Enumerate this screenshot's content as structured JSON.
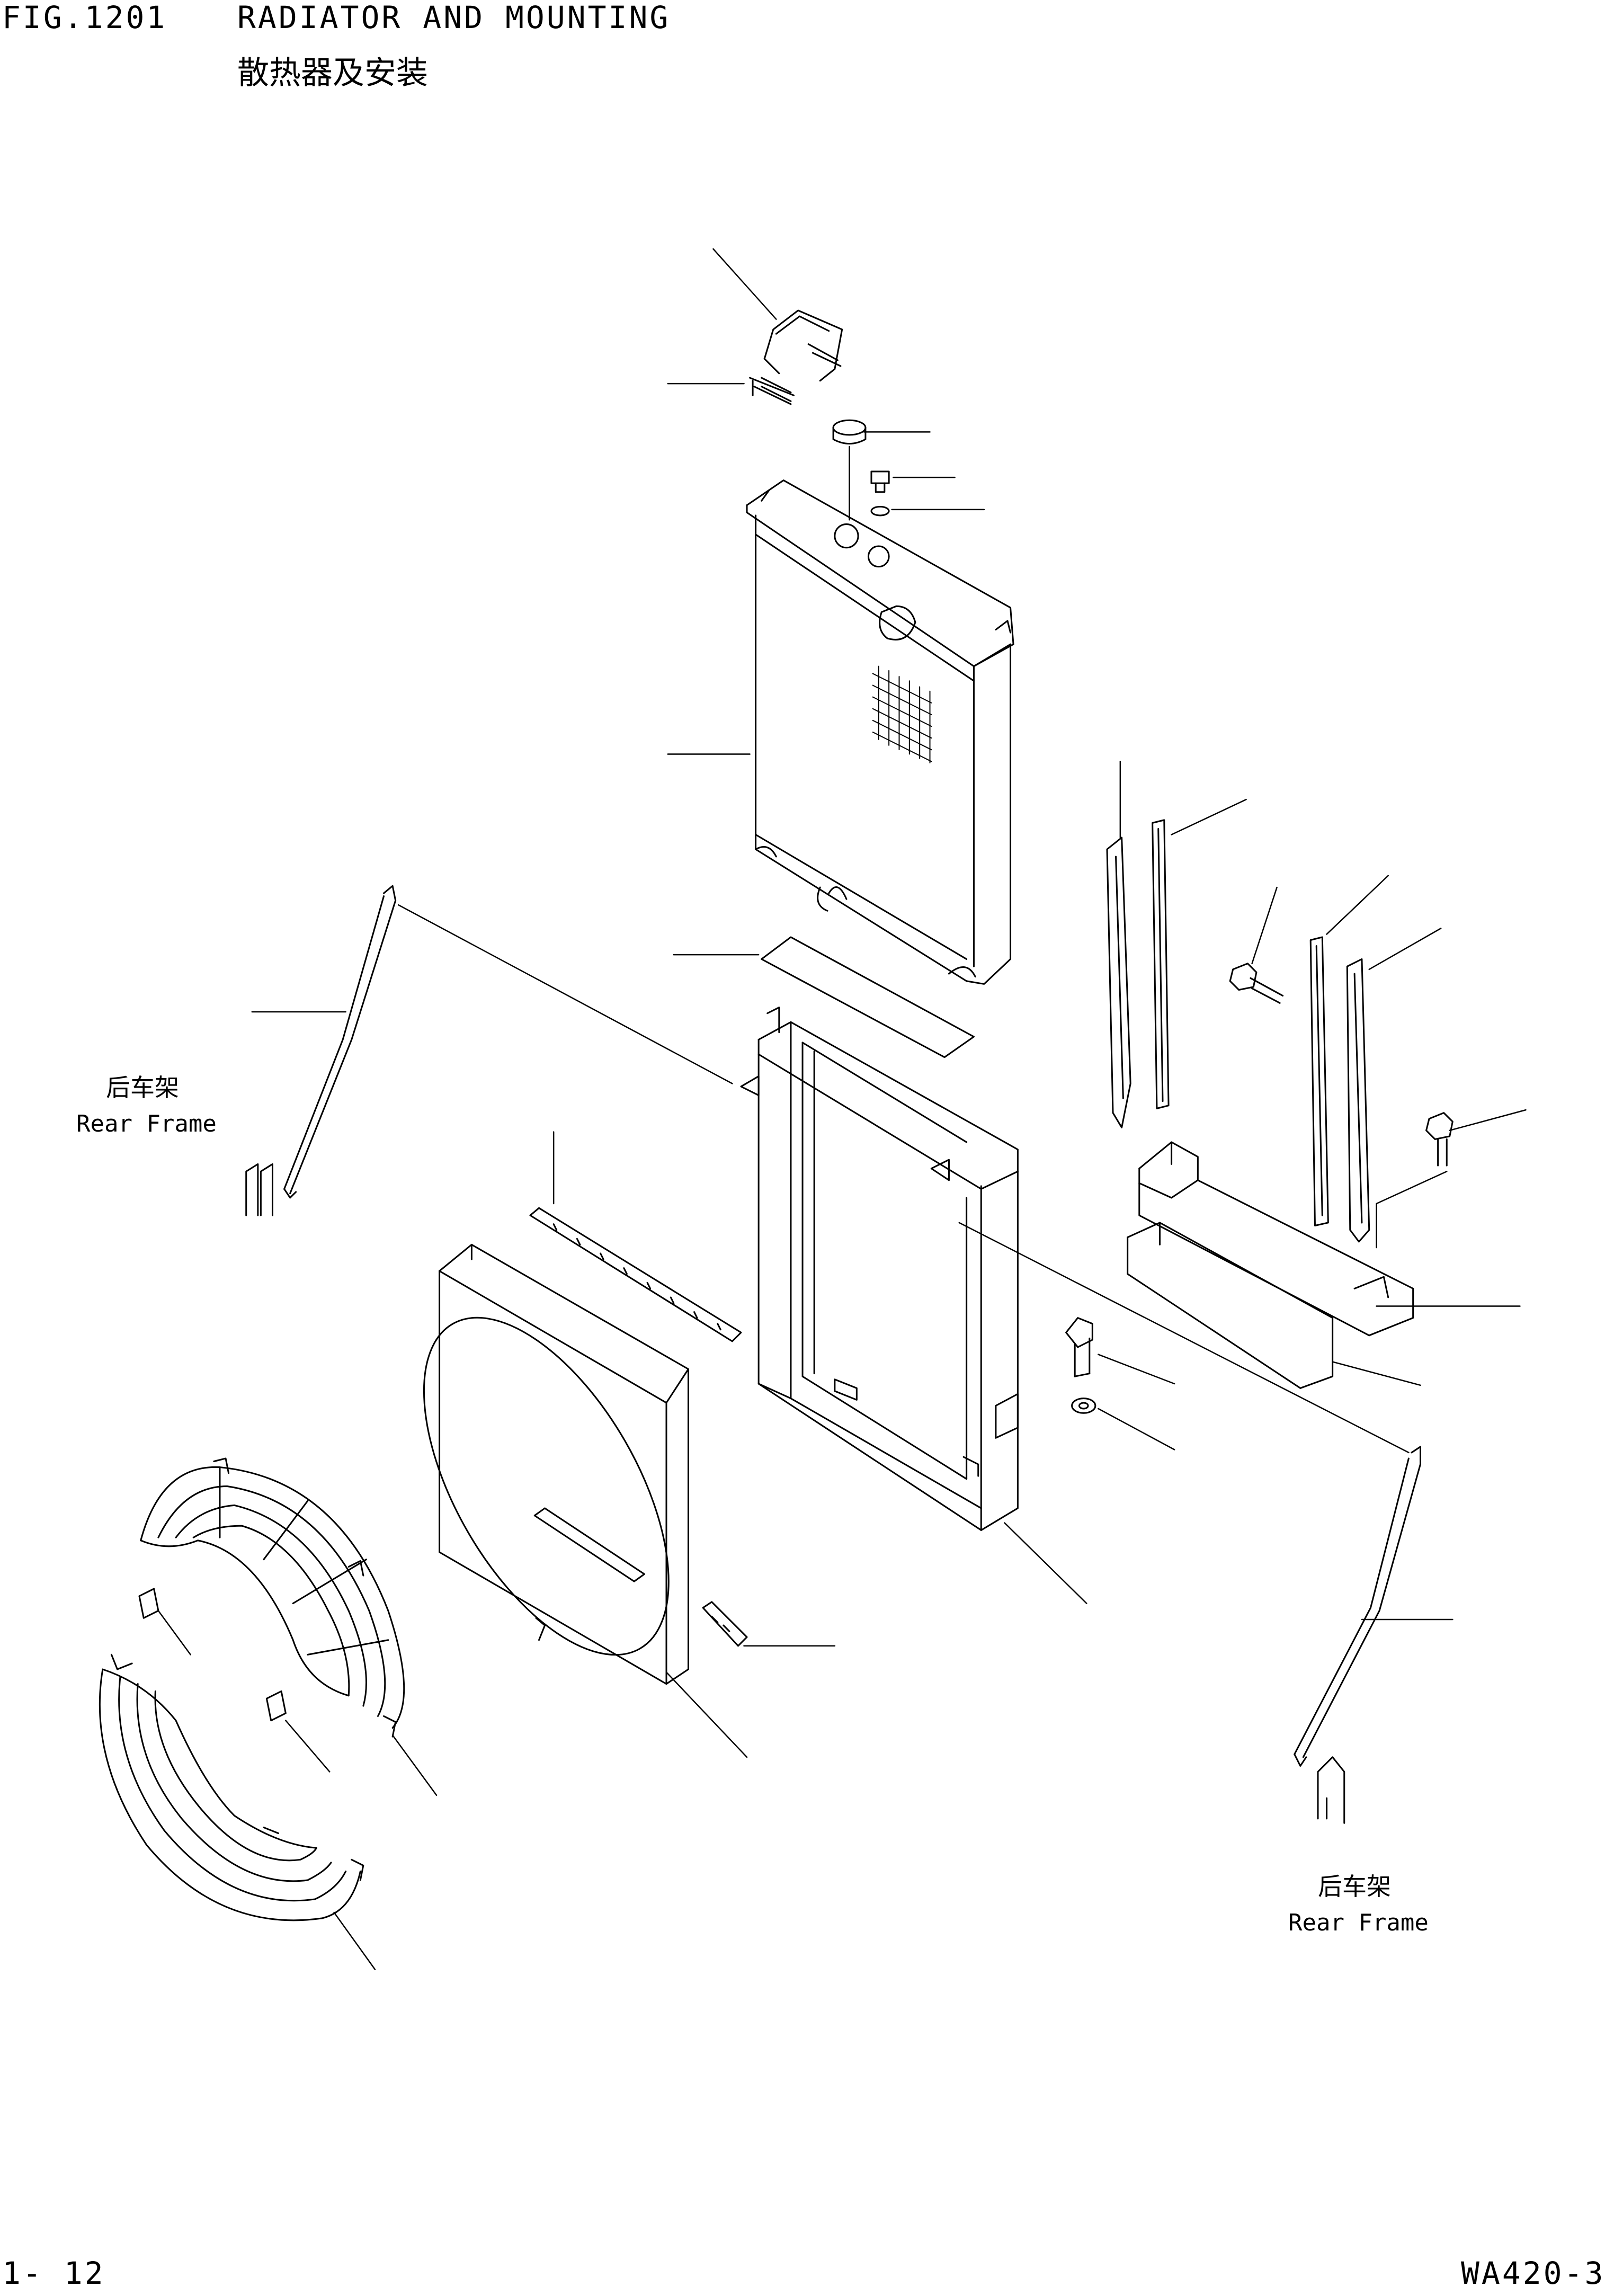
{
  "header": {
    "fig_number": "FIG.1201",
    "title_en": "RADIATOR AND MOUNTING",
    "title_cn": "散热器及安装"
  },
  "labels": {
    "left_rear_frame_cn": "后车架",
    "left_rear_frame_en": "Rear Frame",
    "right_rear_frame_cn": "后车架",
    "right_rear_frame_en": "Rear Frame"
  },
  "footer": {
    "page_number": "1- 12",
    "model": "WA420-3"
  }
}
